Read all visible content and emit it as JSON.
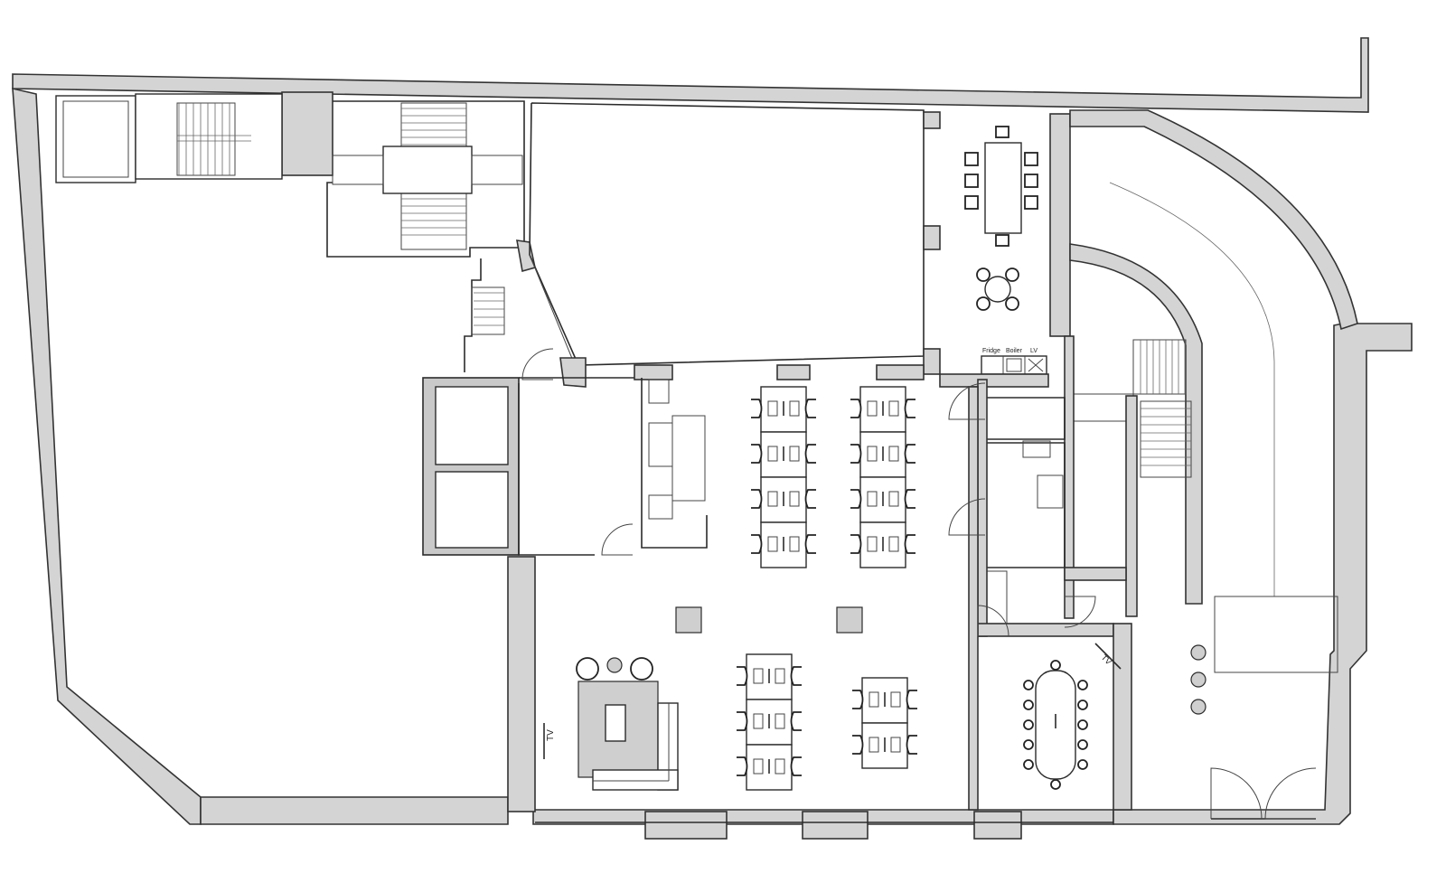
{
  "labels": {
    "tv_lounge": "TV",
    "tv_meeting": "TV",
    "fridge": "Fridge",
    "boiler": "Boiler",
    "lv": "LV"
  }
}
